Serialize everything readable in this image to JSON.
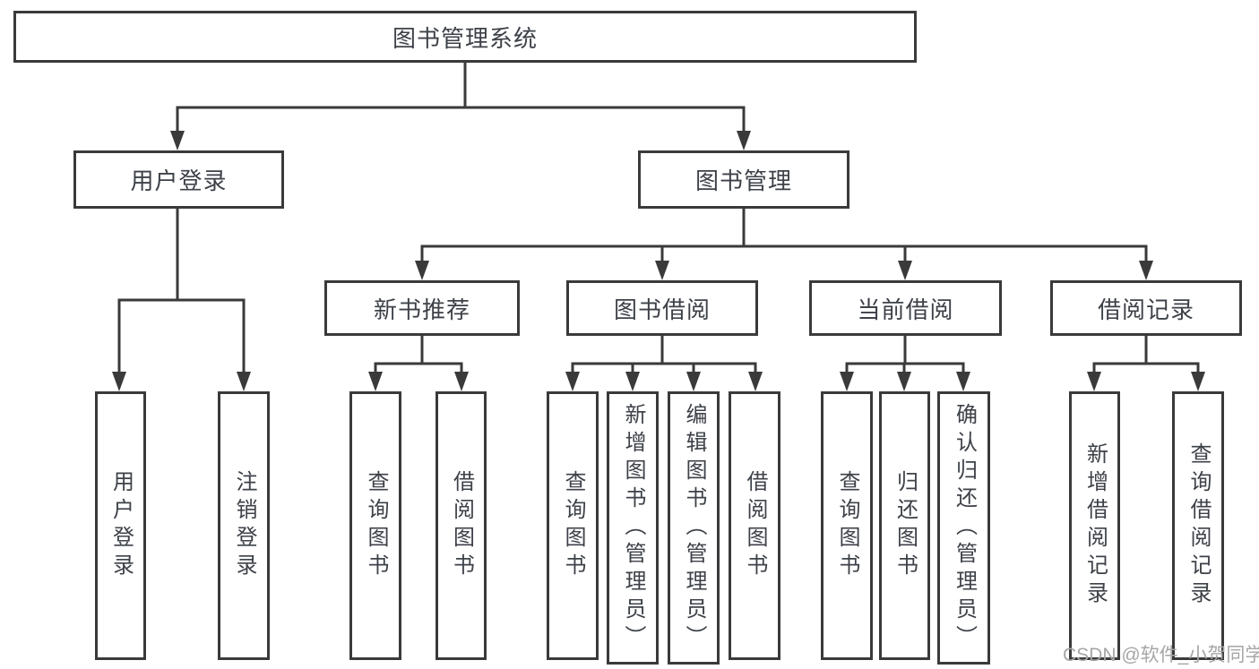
{
  "colors": {
    "line": "#3a3a3a",
    "text": "#3d4148",
    "watermark": "#a6a6a6",
    "background": "#ffffff"
  },
  "watermark": "CSDN @软件_小贺同学",
  "tree": {
    "root": "图书管理系统",
    "level2": {
      "user_login": "用户登录",
      "book_mgmt": "图书管理"
    },
    "level3": {
      "new_books": "新书推荐",
      "book_borrow": "图书借阅",
      "current_borrow": "当前借阅",
      "borrow_records": "借阅记录"
    },
    "leaves": {
      "user_login": [
        "用户登录",
        "注销登录"
      ],
      "new_books": [
        "查询图书",
        "借阅图书"
      ],
      "book_borrow": [
        "查询图书",
        "新增图书（管理员）",
        "编辑图书（管理员）",
        "借阅图书"
      ],
      "current_borrow": [
        "查询图书",
        "归还图书",
        "确认归还（管理员）"
      ],
      "borrow_records": [
        "新增借阅记录",
        "查询借阅记录"
      ]
    }
  }
}
